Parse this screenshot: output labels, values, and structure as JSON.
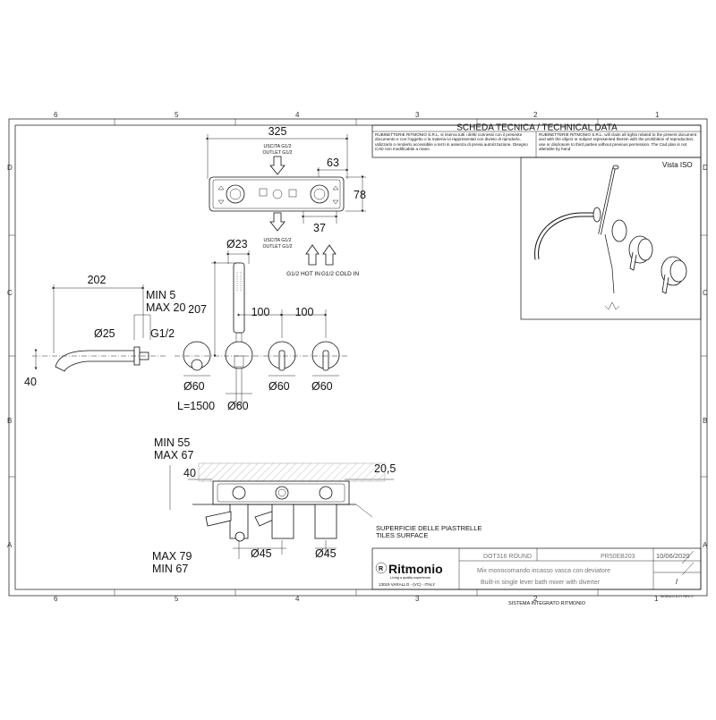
{
  "title_block": {
    "header": "SCHEDA TECNICA / TECHNICAL DATA",
    "notice_it": "RUBINETTERIE RITMONIO S.R.L. si riserva tutti i diritti connessi con il presente documento e con l'oggetto o la materia ivi rappresentati con divieto di riprodurlo, utilizzarlo o renderlo accessibile a terzi in assenza di previa autorizzazione. Disegno CAD non modificabile a mano",
    "notice_en": "RUBINETTERIE RITMONIO S.R.L. will claim all rights related to the present document and with the object or subject represented therein with the prohibition of reproduction, use or disclosure to third parties without previous permission. The Cad plan is not alterable by hand",
    "iso_label": "Vista ISO",
    "brand": "Ritmonio",
    "tagline": "Living a quality experience.",
    "address": "13019 VARALLO - (VC) - ITALY",
    "series": "DOT316 ROUND",
    "code": "PR50EB203",
    "date": "10/06/2020",
    "desc_it": "Mix monocomando incasso vasca con deviatore",
    "desc_en": "Built-in single lever bath mixer with diverter",
    "revision": "/",
    "system": "SISTEMA INTEGRATO RITMONIO",
    "module": "MODULO D.07 REV. 0"
  },
  "grid": {
    "columns": [
      "6",
      "5",
      "4",
      "3",
      "2",
      "1"
    ],
    "rows": [
      "D",
      "C",
      "B",
      "A"
    ]
  },
  "top_view": {
    "width": "325",
    "height": "78",
    "spacing": "63",
    "outlet_top_1": "USCITA G1/2",
    "outlet_top_2": "OUTLET G1/2",
    "outlet_bottom_1": "USCITA G1/2",
    "outlet_bottom_2": "OUTLET G1/2",
    "inlet_spacing": "37",
    "hot_in": "G1/2 HOT IN",
    "cold_in": "G1/2 COLD IN"
  },
  "spout_view": {
    "length": "202",
    "min": "MIN 5",
    "max": "MAX 20",
    "diameter": "Ø25",
    "thread": "G1/2",
    "height": "40"
  },
  "front_view": {
    "hand_shower_diameter": "Ø23",
    "hand_shower_height": "207",
    "spacing_1": "100",
    "spacing_2": "100",
    "rosette_1": "Ø60",
    "rosette_2": "Ø60",
    "rosette_3": "Ø60",
    "rosette_4": "Ø60",
    "hose_length": "L=1500"
  },
  "section_view": {
    "min_depth": "MIN 55",
    "max_depth": "MAX 67",
    "offset": "40",
    "tile": "20,5",
    "surface_it": "SUPERFICIE DELLE PIASTRELLE",
    "surface_en": "TILES SURFACE",
    "max_bottom": "MAX 79",
    "min_bottom": "MIN 67",
    "diameter_1": "Ø45",
    "diameter_2": "Ø45"
  }
}
